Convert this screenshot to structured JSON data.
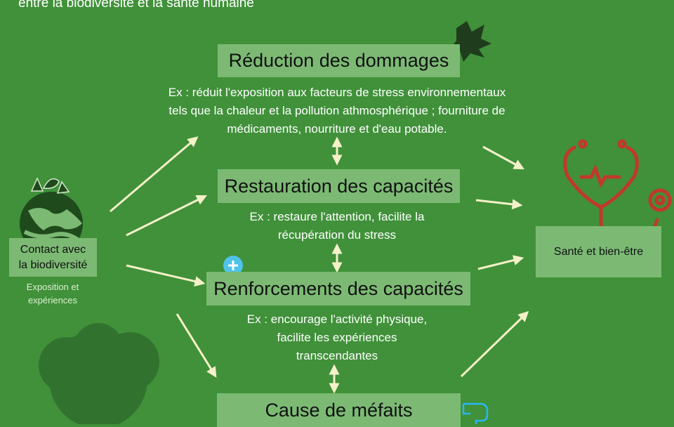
{
  "header": {
    "text": "entre la biodiversité et la santé humaine"
  },
  "pathways": [
    {
      "title": "Réduction des dommages",
      "desc_lines": [
        "Ex : réduit l'exposition aux facteurs de stress environnementaux",
        "tels que la chaleur et la pollution athmosphérique ; fourniture de",
        "médicaments, nourriture et d'eau potable."
      ]
    },
    {
      "title": "Restauration des capacités",
      "desc_lines": [
        "Ex : restaure l'attention, facilite la",
        "récupération du stress"
      ]
    },
    {
      "title": "Renforcements des capacités",
      "desc_lines": [
        "Ex : encourage l'activité physique,",
        "facilite les expériences",
        "transcendantes"
      ]
    },
    {
      "title": "Cause de méfaits"
    }
  ],
  "contact": {
    "lines": [
      "Contact avec",
      "la biodiversité"
    ],
    "note_lines": [
      "Exposition et",
      "expériences"
    ]
  },
  "outcome": {
    "label": "Santé et bien-être"
  },
  "icons": [
    "globe-plants-icon",
    "leaf-splash-icon",
    "stethoscope-heart-icon",
    "plus-circle-icon",
    "thumbs-down-icon",
    "tree-icon"
  ],
  "colors": {
    "background": "#40913a",
    "box": "#7cba74",
    "arrow": "#f4f1c8",
    "stethoscope": "#c0392b",
    "plus": "#4fc3e8",
    "thumb": "#29b6f6"
  }
}
